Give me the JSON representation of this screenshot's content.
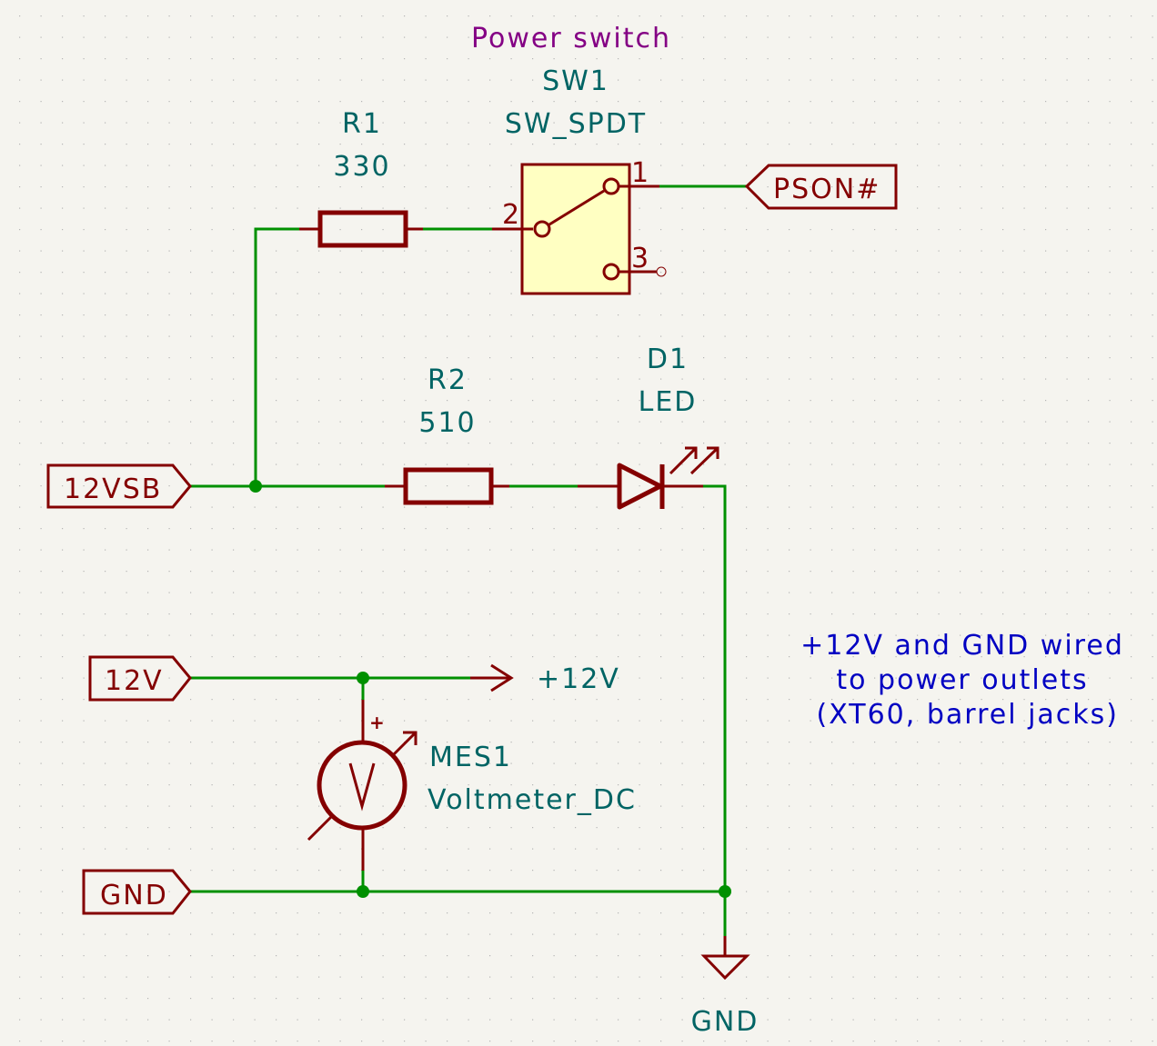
{
  "colors": {
    "background": "#f5f4ef",
    "wire": "#009000",
    "symbol": "#840000",
    "body_fill": "#ffffc2",
    "reference_text": "#006464",
    "note_text": "#0000c2",
    "title_text": "#840084",
    "grid_dot": "#b5b5b5"
  },
  "components": {
    "sw1": {
      "title": "Power switch",
      "reference": "SW1",
      "value": "SW_SPDT",
      "pins": [
        "1",
        "2",
        "3"
      ]
    },
    "r1": {
      "reference": "R1",
      "value": "330"
    },
    "r2": {
      "reference": "R2",
      "value": "510"
    },
    "d1": {
      "reference": "D1",
      "value": "LED"
    },
    "mes1": {
      "reference": "MES1",
      "value": "Voltmeter_DC",
      "meter_glyph": "V",
      "polarity": "+"
    }
  },
  "labels": {
    "pson": "PSON#",
    "vsb": "12VSB",
    "v12": "12V",
    "gnd": "GND"
  },
  "power_symbols": {
    "plus12v": "+12V",
    "gnd": "GND"
  },
  "note": {
    "lines": [
      "+12V and GND wired",
      "to power outlets",
      " (XT60, barrel jacks)"
    ]
  }
}
